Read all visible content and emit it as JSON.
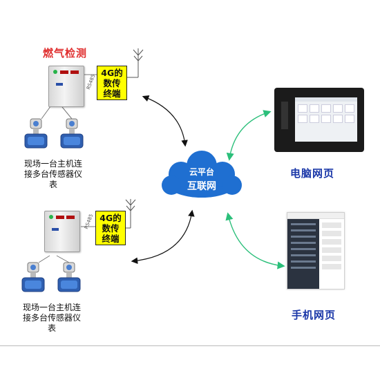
{
  "site1": {
    "title": "燃气检测",
    "rs485": "RS485",
    "box_lines": [
      "4G的",
      "数传",
      "终端"
    ],
    "caption_lines": [
      "现场一台主机连",
      "接多台传感器仪",
      "表"
    ]
  },
  "site2": {
    "rs485": "RS485",
    "box_lines": [
      "4G的",
      "数传",
      "终端"
    ],
    "caption_lines": [
      "现场一台主机连",
      "接多台传感器仪",
      "表"
    ]
  },
  "cloud": {
    "line1": "云平台",
    "line2": "互联网",
    "color": "#1f6fd1"
  },
  "pc": {
    "label": "电脑网页"
  },
  "mobile": {
    "label": "手机网页"
  },
  "colors": {
    "arrow_black": "#111111",
    "arrow_green": "#2bbf7a",
    "box_yellow": "#ffff00",
    "title_red": "#e03030",
    "label_blue": "#1a37a8"
  }
}
